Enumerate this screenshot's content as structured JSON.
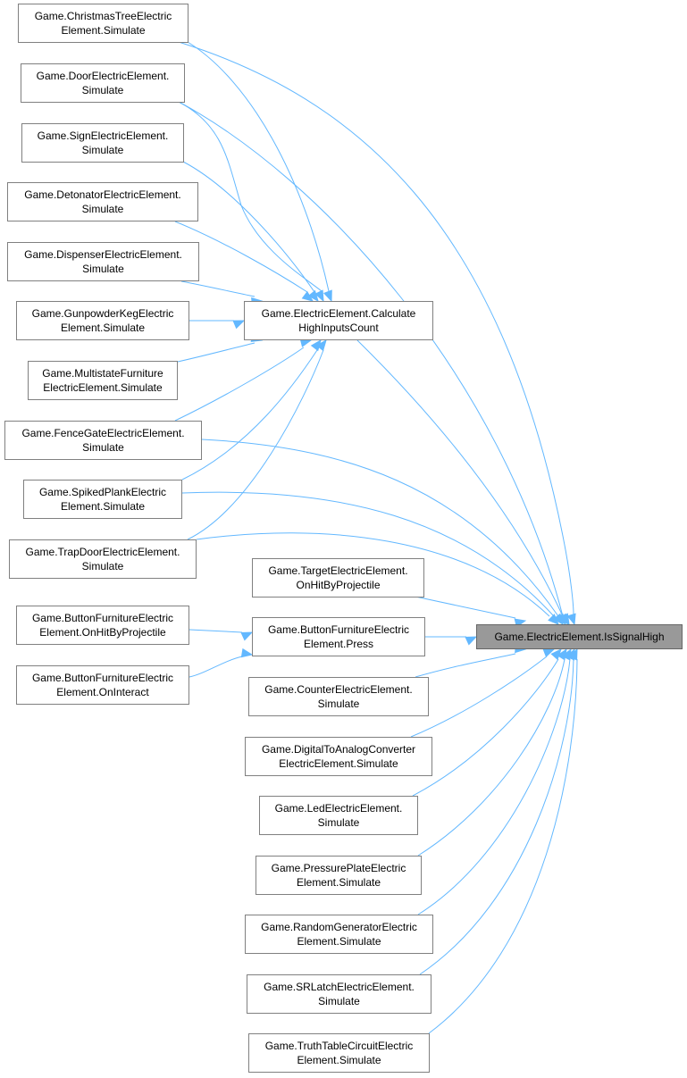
{
  "diagram": {
    "type": "caller-graph",
    "colors": {
      "edge": "#63b8ff",
      "node_border": "#808080",
      "target_fill": "#999999"
    },
    "target": {
      "id": "target",
      "lines": [
        "Game.ElectricElement.IsSignalHigh"
      ]
    },
    "nodes": [
      {
        "id": "n_christmas",
        "lines": [
          "Game.ChristmasTreeElectric",
          "Element.Simulate"
        ]
      },
      {
        "id": "n_door",
        "lines": [
          "Game.DoorElectricElement.",
          "Simulate"
        ]
      },
      {
        "id": "n_sign",
        "lines": [
          "Game.SignElectricElement.",
          "Simulate"
        ]
      },
      {
        "id": "n_detonator",
        "lines": [
          "Game.DetonatorElectricElement.",
          "Simulate"
        ]
      },
      {
        "id": "n_dispenser",
        "lines": [
          "Game.DispenserElectricElement.",
          "Simulate"
        ]
      },
      {
        "id": "n_gunpowder",
        "lines": [
          "Game.GunpowderKegElectric",
          "Element.Simulate"
        ]
      },
      {
        "id": "n_multistate",
        "lines": [
          "Game.MultistateFurniture",
          "ElectricElement.Simulate"
        ]
      },
      {
        "id": "n_fencegate",
        "lines": [
          "Game.FenceGateElectricElement.",
          "Simulate"
        ]
      },
      {
        "id": "n_spiked",
        "lines": [
          "Game.SpikedPlankElectric",
          "Element.Simulate"
        ]
      },
      {
        "id": "n_trapdoor",
        "lines": [
          "Game.TrapDoorElectricElement.",
          "Simulate"
        ]
      },
      {
        "id": "n_btn_hit",
        "lines": [
          "Game.ButtonFurnitureElectric",
          "Element.OnHitByProjectile"
        ]
      },
      {
        "id": "n_btn_interact",
        "lines": [
          "Game.ButtonFurnitureElectric",
          "Element.OnInteract"
        ]
      },
      {
        "id": "n_calc",
        "lines": [
          "Game.ElectricElement.Calculate",
          "HighInputsCount"
        ]
      },
      {
        "id": "n_target_hit",
        "lines": [
          "Game.TargetElectricElement.",
          "OnHitByProjectile"
        ]
      },
      {
        "id": "n_btn_press",
        "lines": [
          "Game.ButtonFurnitureElectric",
          "Element.Press"
        ]
      },
      {
        "id": "n_counter",
        "lines": [
          "Game.CounterElectricElement.",
          "Simulate"
        ]
      },
      {
        "id": "n_dac",
        "lines": [
          "Game.DigitalToAnalogConverter",
          "ElectricElement.Simulate"
        ]
      },
      {
        "id": "n_led",
        "lines": [
          "Game.LedElectricElement.",
          "Simulate"
        ]
      },
      {
        "id": "n_pressure",
        "lines": [
          "Game.PressurePlateElectric",
          "Element.Simulate"
        ]
      },
      {
        "id": "n_random",
        "lines": [
          "Game.RandomGeneratorElectric",
          "Element.Simulate"
        ]
      },
      {
        "id": "n_srlatch",
        "lines": [
          "Game.SRLatchElectricElement.",
          "Simulate"
        ]
      },
      {
        "id": "n_truth",
        "lines": [
          "Game.TruthTableCircuitElectric",
          "Element.Simulate"
        ]
      }
    ],
    "edges": [
      {
        "from": "n_christmas",
        "to": "n_calc"
      },
      {
        "from": "n_christmas",
        "to": "target"
      },
      {
        "from": "n_door",
        "to": "n_calc"
      },
      {
        "from": "n_door",
        "to": "target"
      },
      {
        "from": "n_sign",
        "to": "n_calc"
      },
      {
        "from": "n_detonator",
        "to": "n_calc"
      },
      {
        "from": "n_dispenser",
        "to": "n_calc"
      },
      {
        "from": "n_gunpowder",
        "to": "n_calc"
      },
      {
        "from": "n_multistate",
        "to": "n_calc"
      },
      {
        "from": "n_fencegate",
        "to": "n_calc"
      },
      {
        "from": "n_fencegate",
        "to": "target"
      },
      {
        "from": "n_spiked",
        "to": "n_calc"
      },
      {
        "from": "n_spiked",
        "to": "target"
      },
      {
        "from": "n_trapdoor",
        "to": "n_calc"
      },
      {
        "from": "n_trapdoor",
        "to": "target"
      },
      {
        "from": "n_calc",
        "to": "target"
      },
      {
        "from": "n_target_hit",
        "to": "target"
      },
      {
        "from": "n_btn_hit",
        "to": "n_btn_press"
      },
      {
        "from": "n_btn_interact",
        "to": "n_btn_press"
      },
      {
        "from": "n_btn_press",
        "to": "target"
      },
      {
        "from": "n_counter",
        "to": "target"
      },
      {
        "from": "n_dac",
        "to": "target"
      },
      {
        "from": "n_led",
        "to": "target"
      },
      {
        "from": "n_pressure",
        "to": "target"
      },
      {
        "from": "n_random",
        "to": "target"
      },
      {
        "from": "n_srlatch",
        "to": "target"
      },
      {
        "from": "n_truth",
        "to": "target"
      }
    ]
  }
}
